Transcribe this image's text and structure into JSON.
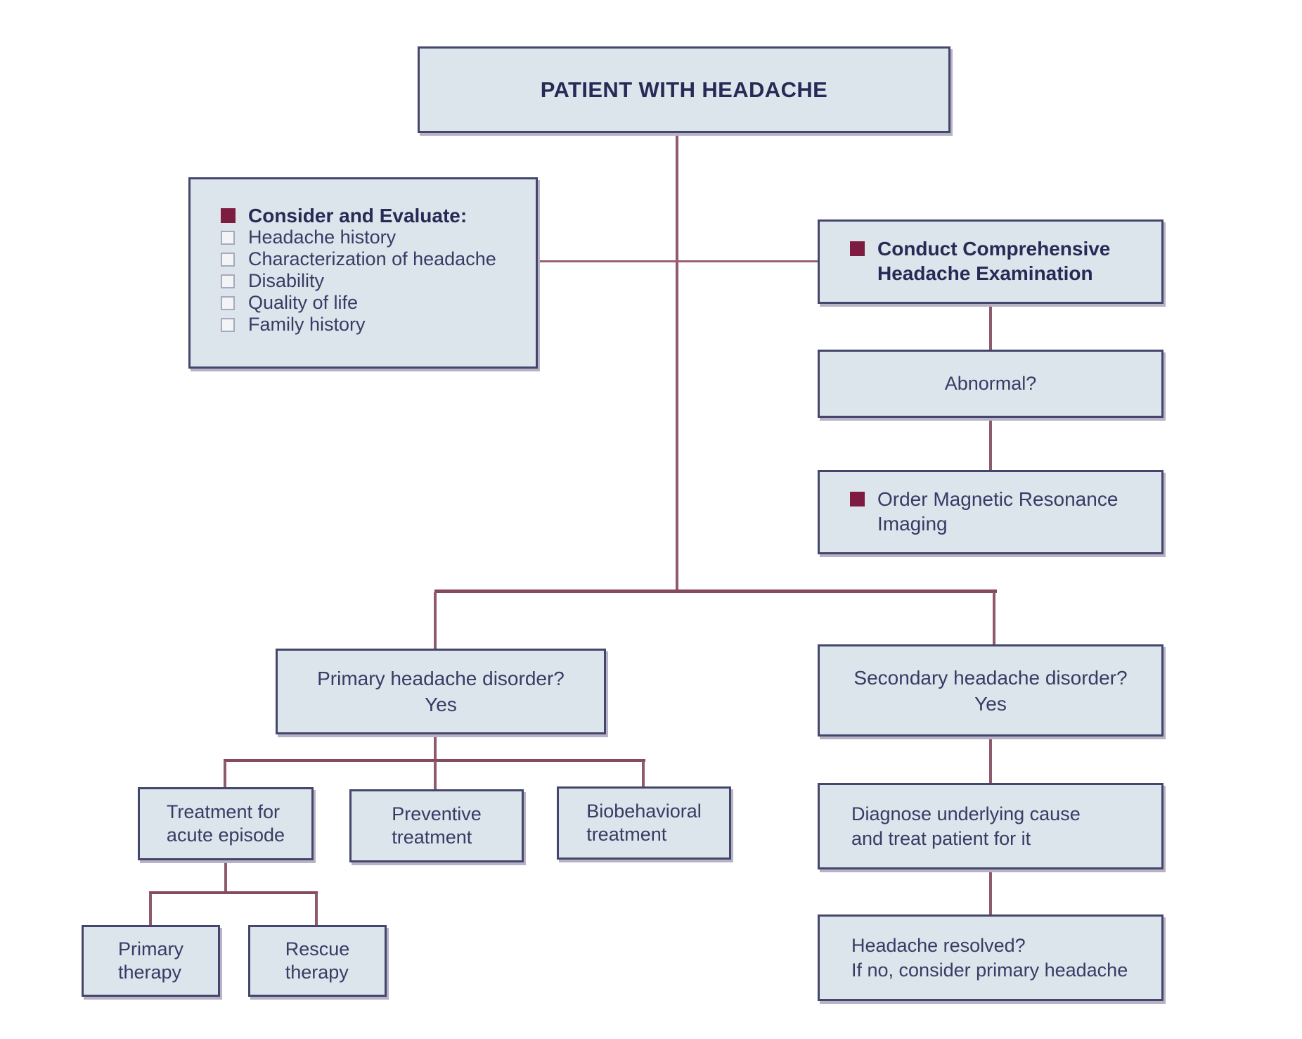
{
  "colors": {
    "page_bg": "#ffffff",
    "box_fill": "#dce4ec",
    "box_border": "#44466b",
    "shadow": "#b7b2c6",
    "line": "#8d5a6e",
    "line_dark": "#86495f",
    "line_light": "#9c5f77",
    "bullet": "#7d1c40",
    "checkbox_border": "#a7a9bd",
    "checkbox_fill": "#f2f4f8",
    "text": "#373c64",
    "heading": "#262b55"
  },
  "flowchart": {
    "patient": {
      "title": "PATIENT WITH HEADACHE"
    },
    "consider": {
      "heading": "Consider and Evaluate:",
      "items": [
        "Headache history",
        "Characterization of headache",
        "Disability",
        "Quality of life",
        "Family history"
      ]
    },
    "conduct": {
      "line1": "Conduct Comprehensive",
      "line2": "Headache Examination"
    },
    "abnormal": {
      "label": "Abnormal?"
    },
    "mri": {
      "line1": "Order Magnetic Resonance",
      "line2": "Imaging"
    },
    "primary_q": {
      "line1": "Primary headache disorder?",
      "line2": "Yes"
    },
    "secondary_q": {
      "line1": "Secondary headache disorder?",
      "line2": "Yes"
    },
    "treat_acute": {
      "line1": "Treatment for",
      "line2": "acute episode"
    },
    "preventive": {
      "line1": "Preventive",
      "line2": "treatment"
    },
    "biobehavioral": {
      "line1": "Biobehavioral",
      "line2": "treatment"
    },
    "primary_therapy": {
      "line1": "Primary",
      "line2": "therapy"
    },
    "rescue_therapy": {
      "line1": "Rescue",
      "line2": "therapy"
    },
    "diagnose": {
      "line1": "Diagnose underlying cause",
      "line2": "and treat patient for it"
    },
    "resolved": {
      "line1": "Headache resolved?",
      "line2": "If no, consider primary headache"
    }
  }
}
